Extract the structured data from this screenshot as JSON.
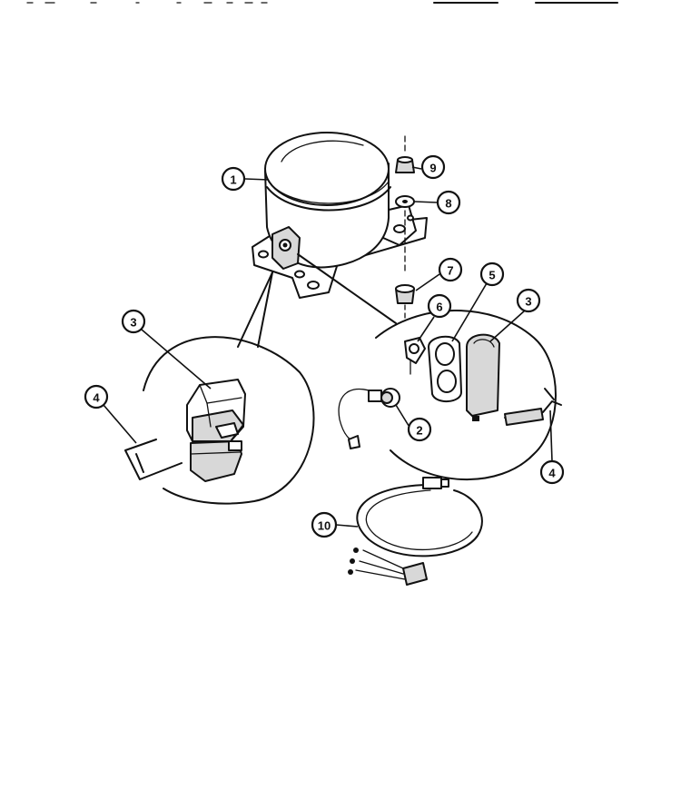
{
  "callouts": {
    "c1": "1",
    "c2": "2",
    "c3a": "3",
    "c3b": "3",
    "c4a": "4",
    "c4b": "4",
    "c5": "5",
    "c6": "6",
    "c7": "7",
    "c8": "8",
    "c9": "9",
    "c10": "10"
  }
}
